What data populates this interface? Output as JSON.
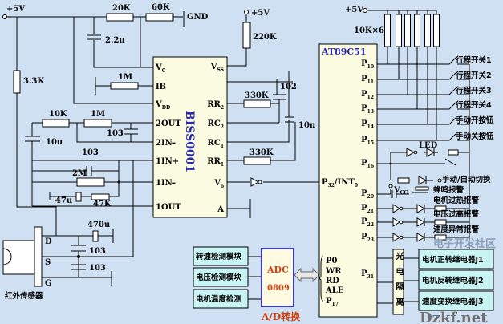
{
  "colors": {
    "background": "#cfe0f2",
    "chip_fill": "#fbfbe2",
    "module_fill": "#c9f4f4",
    "chip_title": "#2a2ab0",
    "adc_text": "#d04010",
    "adc_border": "#3a3ac8"
  },
  "power": {
    "vcc_left": "+5V",
    "vcc_mid": "+5V",
    "vcc_right": "+5V",
    "gnd": "GND"
  },
  "components": {
    "r20k": "20K",
    "r60k": "60K",
    "c22u": "2.2u",
    "r33k": "3.3K",
    "r1m_ib": "1M",
    "r10k": "10K",
    "r1m_2out": "1M",
    "c103_a": "103",
    "c10u": "10u",
    "c103_b": "103",
    "r2m": "2M",
    "c47u": "47u",
    "r47k": "47K",
    "r220k": "220K",
    "r330k_a": "330K",
    "c102": "102",
    "c10n": "10n",
    "r330k_b": "330K",
    "c470u": "470u",
    "c103_c": "103",
    "c103_d": "103",
    "rpack": "10K×6",
    "led": "LED",
    "vcc_label": "V",
    "vcc_sub": "CC"
  },
  "biss": {
    "title": "BISS0001",
    "left_pins": [
      {
        "n": "V",
        "sub": "C"
      },
      {
        "n": "IB",
        "sub": ""
      },
      {
        "n": "V",
        "sub": "DD"
      },
      {
        "n": "2OUT",
        "sub": ""
      },
      {
        "n": "2IN-",
        "sub": ""
      },
      {
        "n": "1IN+",
        "sub": ""
      },
      {
        "n": "1IN-",
        "sub": ""
      },
      {
        "n": "1OUT",
        "sub": ""
      }
    ],
    "right_pins": [
      {
        "n": "V",
        "sub": "SS"
      },
      {
        "n": "RR",
        "sub": "2"
      },
      {
        "n": "RC",
        "sub": "2"
      },
      {
        "n": "RC",
        "sub": "1"
      },
      {
        "n": "RR",
        "sub": "1"
      },
      {
        "n": "V",
        "sub": "o"
      },
      {
        "n": "A",
        "sub": ""
      }
    ]
  },
  "mcu": {
    "title": "AT89C51",
    "right_pins": [
      {
        "n": "P",
        "sub": "10"
      },
      {
        "n": "P",
        "sub": "11"
      },
      {
        "n": "P",
        "sub": "12"
      },
      {
        "n": "P",
        "sub": "13"
      },
      {
        "n": "P",
        "sub": "14"
      },
      {
        "n": "P",
        "sub": "15"
      },
      {
        "n": "P",
        "sub": "16"
      },
      {
        "n": "P",
        "sub": "20"
      },
      {
        "n": "P",
        "sub": "21"
      },
      {
        "n": "P",
        "sub": "22"
      },
      {
        "n": "P",
        "sub": "23"
      },
      {
        "n": "P",
        "sub": "31"
      }
    ],
    "int_pin": {
      "n": "P",
      "sub": "32",
      "suffix": "/INT",
      "suffix_sub": "0"
    },
    "bus_pins": [
      {
        "n": "P0",
        "sub": ""
      },
      {
        "n": "WR",
        "sub": ""
      },
      {
        "n": "RD",
        "sub": ""
      },
      {
        "n": "ALE",
        "sub": ""
      },
      {
        "n": "P",
        "sub": "17"
      }
    ]
  },
  "inputs": [
    "行程开关1",
    "行程开关2",
    "行程开关3",
    "行程开关4",
    "手动开按钮",
    "手动关按钮"
  ],
  "switch_label": "手动/自动切换",
  "alarms": [
    "蜂鸣报警",
    "电机过热报警",
    "电压过高报警",
    "速度异常报警"
  ],
  "opto": "光电隔离",
  "relays": [
    "电机正转继电器J1",
    "电机反转继电器J2",
    "速度变换继电器J3"
  ],
  "modules": [
    "转速检测模块",
    "电压检测模块",
    "电机温度检测"
  ],
  "adc": {
    "line1": "ADC",
    "line2": "0809",
    "caption": "A/D转换"
  },
  "sensor": {
    "label": "红外传感器",
    "pins": [
      "D",
      "S",
      "G"
    ]
  },
  "watermark": {
    "line1": "电子开发社区",
    "line2": "Dzkf.net"
  }
}
